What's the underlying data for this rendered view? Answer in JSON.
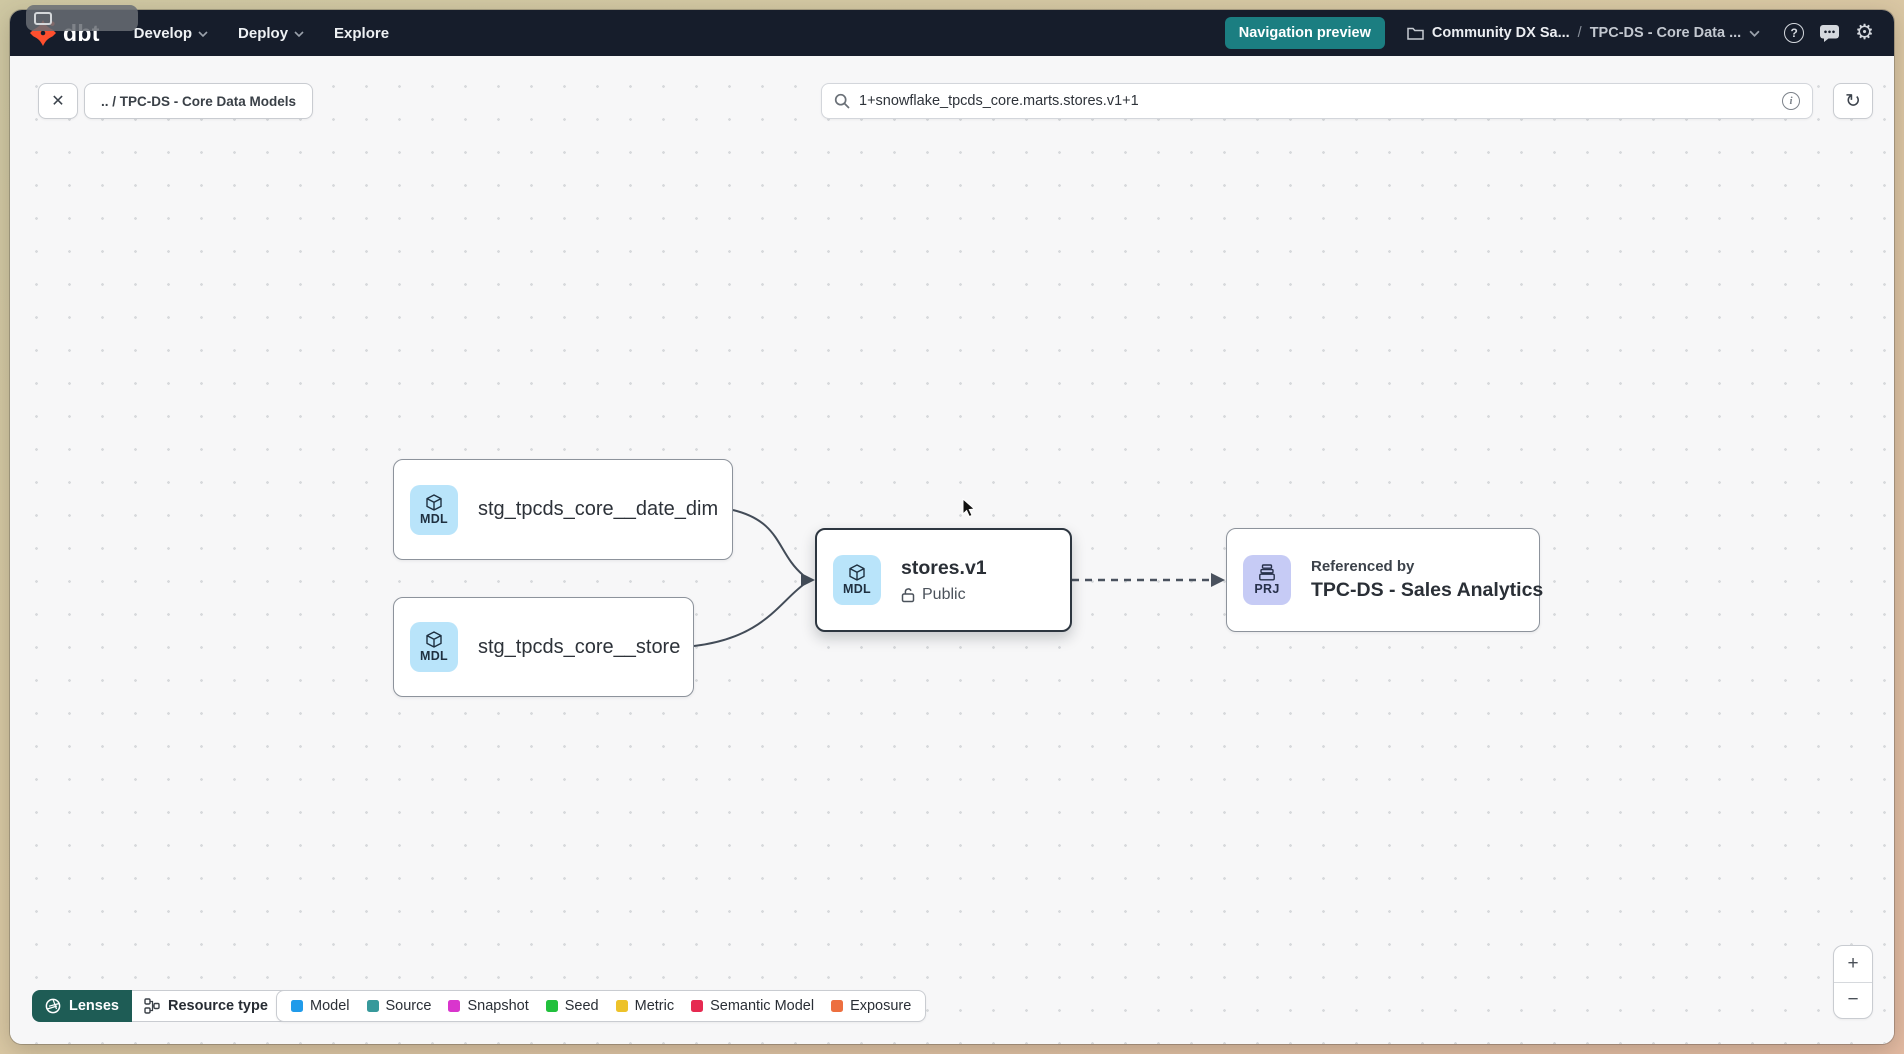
{
  "colors": {
    "preview_badge_bg": "#1b7e81",
    "lenses_button_bg": "#1e5c55",
    "model_badge_bg": "#b9e4fa",
    "project_badge_bg": "#c6cbf5"
  },
  "navbar": {
    "logo_text": "dbt",
    "items": [
      {
        "label": "Develop"
      },
      {
        "label": "Deploy"
      },
      {
        "label": "Explore"
      }
    ],
    "preview_badge_label": "Navigation preview",
    "account_label": "Community DX Sa...",
    "breadcrumb_separator": "/",
    "project_label": "TPC-DS - Core Data ...",
    "help_glyph": "?",
    "settings_glyph": "⚙"
  },
  "toolbar": {
    "close_glyph": "✕",
    "breadcrumb_label": ".. / TPC-DS - Core Data Models",
    "search_value": "1+snowflake_tpcds_core.marts.stores.v1+1",
    "info_glyph": "i",
    "refresh_glyph": "↻"
  },
  "graph": {
    "nodes": [
      {
        "badge": "MDL",
        "label": "stg_tpcds_core__date_dim"
      },
      {
        "badge": "MDL",
        "label": "stg_tpcds_core__store"
      },
      {
        "badge": "MDL",
        "label": "stores.v1",
        "access_label": "Public"
      },
      {
        "badge": "PRJ",
        "caption": "Referenced by",
        "label": "TPC-DS - Sales Analytics"
      }
    ]
  },
  "footer": {
    "lenses_label": "Lenses",
    "resource_type_label": "Resource type",
    "legend": [
      {
        "label": "Model",
        "color": "#209bea"
      },
      {
        "label": "Source",
        "color": "#37999b"
      },
      {
        "label": "Snapshot",
        "color": "#d935cd"
      },
      {
        "label": "Seed",
        "color": "#21c03c"
      },
      {
        "label": "Metric",
        "color": "#edc22a"
      },
      {
        "label": "Semantic Model",
        "color": "#e62a51"
      },
      {
        "label": "Exposure",
        "color": "#ed6f3f"
      }
    ]
  },
  "zoom_controls": {
    "zoom_in_glyph": "+",
    "zoom_out_glyph": "−"
  }
}
